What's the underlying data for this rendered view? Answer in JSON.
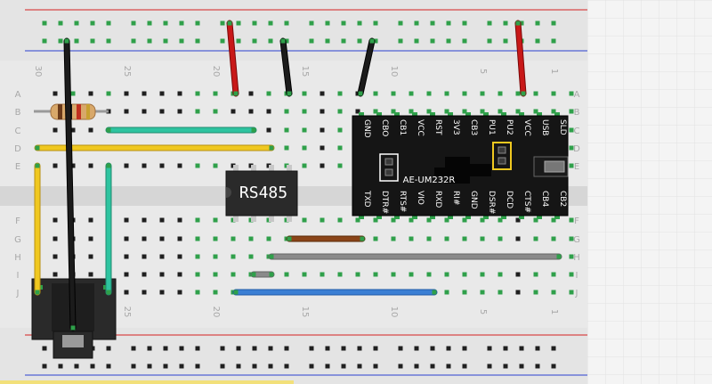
{
  "breadboard": {
    "row_letters": [
      "A",
      "B",
      "C",
      "D",
      "E",
      "F",
      "G",
      "H",
      "I",
      "J"
    ],
    "column_numbers": [
      "30",
      "25",
      "20",
      "15",
      "10",
      "5",
      "1"
    ]
  },
  "chips": {
    "rs485_label": "RS485"
  },
  "module": {
    "name": "AE-UM232R",
    "top_pins": [
      "GND",
      "CBO",
      "CB1",
      "VCC",
      "RST",
      "3V3",
      "CB3",
      "PU1",
      "PU2",
      "VCC",
      "USB",
      "SLD"
    ],
    "bottom_pins": [
      "TXD",
      "DTR#",
      "RTS#",
      "VIO",
      "RXD",
      "RI#",
      "GND",
      "DSR#",
      "DCD",
      "CTS#",
      "CB4",
      "CB2"
    ]
  },
  "colors": {
    "wire_black": "#1b1b1b",
    "wire_red": "#c81818",
    "wire_yellow": "#f0c820",
    "wire_teal": "#2ec4a0",
    "wire_gray": "#8a8a8a",
    "wire_blue": "#3b7fd4",
    "wire_brown": "#8a4418",
    "hole_green": "#2fa04a",
    "rail_red": "#d42020",
    "rail_blue": "#2a40d0"
  }
}
